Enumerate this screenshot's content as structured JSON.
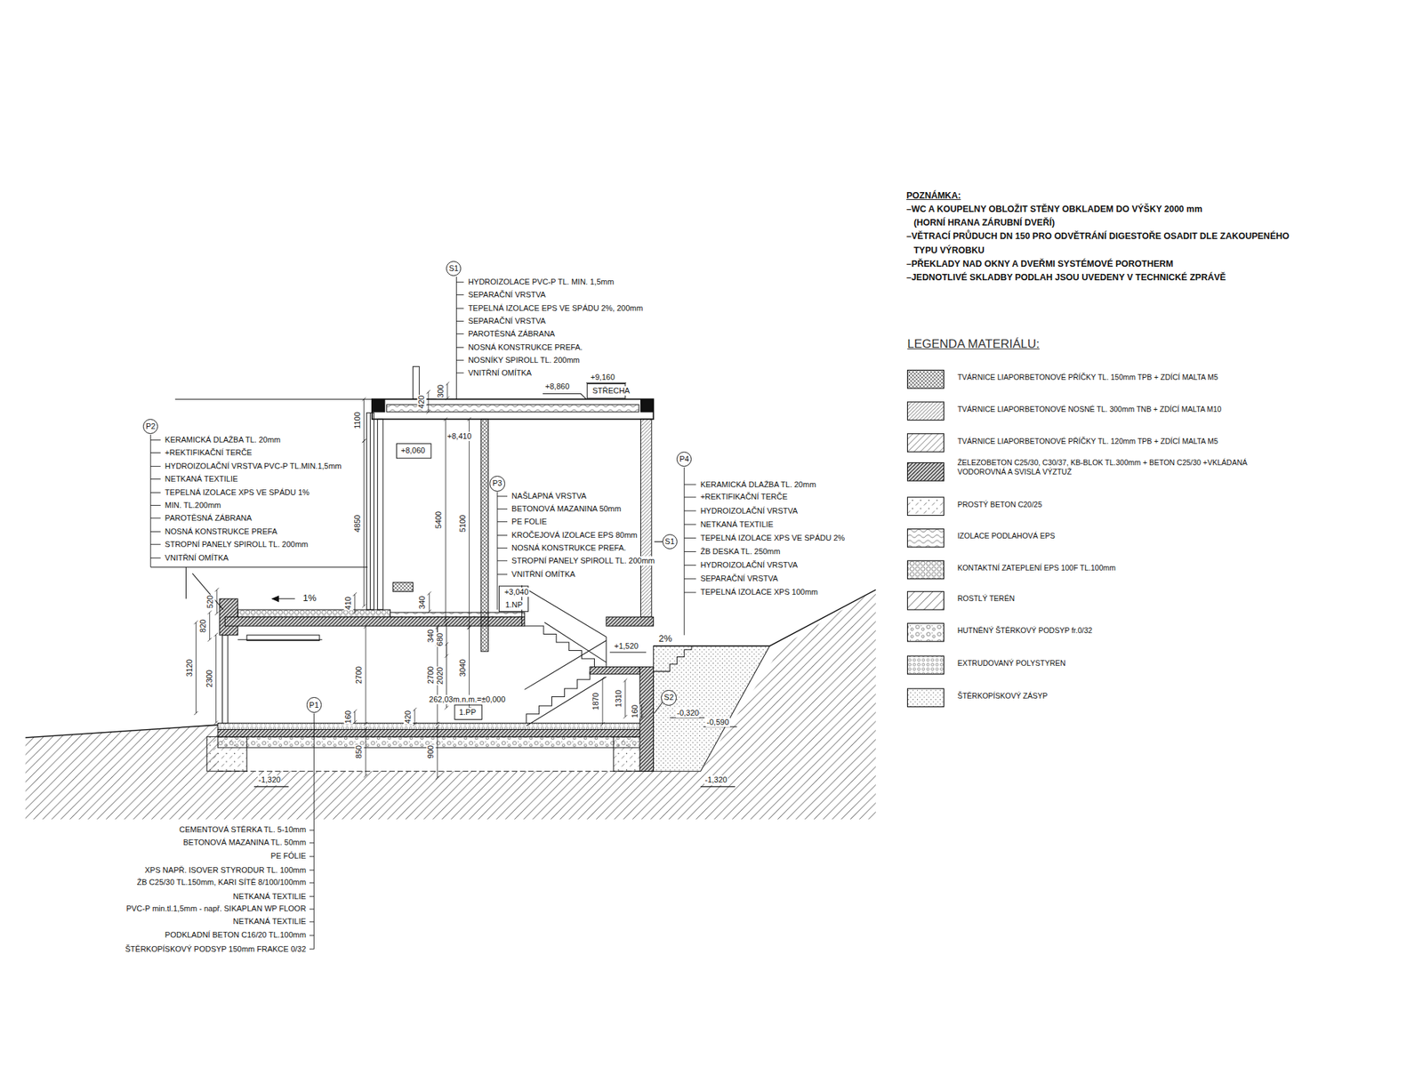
{
  "diagram": {
    "nodes": [
      {
        "text": [
          "S1"
        ]
      },
      {
        "text": [
          "P2"
        ]
      },
      {
        "text": [
          "P4"
        ]
      },
      {
        "text": [
          "P3"
        ]
      },
      {
        "text": [
          "S1"
        ]
      },
      {
        "text": [
          "S2"
        ]
      },
      {
        "text": [
          "P1"
        ]
      }
    ],
    "labels": [
      "POZNÁMKA:",
      "–WC A KOUPELNY OBLOŽIT STĚNY OBKLADEM DO VÝŠKY 2000 mm",
      "(HORNÍ HRANA ZÁRUBNÍ DVEŘÍ)",
      "–VĚTRACÍ PRŮDUCH DN 150 PRO ODVĚTRÁNÍ DIGESTOŘE OSADIT DLE ZAKOUPENÉHO",
      "TYPU VÝROBKU",
      "–PŘEKLADY NAD OKNY A DVEŘMI SYSTÉMOVÉ POROTHERM",
      "–JEDNOTLIVÉ SKLADBY PODLAH JSOU UVEDENY V TECHNICKÉ ZPRÁVĚ",
      "LEGENDA MATERIÁLU:",
      "HYDROIZOLACE PVC-P TL. MIN. 1,5mm",
      "SEPARAČNÍ VRSTVA",
      "TEPELNÁ IZOLACE EPS VE SPÁDU 2%, 200mm",
      "SEPARAČNÍ VRSTVA",
      "PAROTĚSNÁ ZÁBRANA",
      "NOSNÁ KONSTRUKCE PREFA.",
      "NOSNÍKY SPIROLL TL. 200mm",
      "VNITŘNÍ OMÍTKA",
      "KERAMICKÁ DLAŽBA TL. 20mm",
      "+REKTIFIKAČNÍ TERČE",
      "HYDROIZOLAČNÍ VRSTVA PVC-P TL.MIN.1,5mm",
      "NETKANÁ TEXTILIE",
      "TEPELNÁ IZOLACE XPS VE SPÁDU 1%",
      "MIN. TL.200mm",
      "PAROTĚSNÁ ZÁBRANA",
      "NOSNÁ KONSTRUKCE PREFA",
      "STROPNÍ PANELY SPIROLL TL. 200mm",
      "VNITŘNÍ OMÍTKA",
      "NAŠLAPNÁ VRSTVA",
      "BETONOVÁ MAZANINA 50mm",
      "PE FOLIE",
      "KROČEJOVÁ IZOLACE EPS 80mm",
      "NOSNÁ KONSTRUKCE PREFA.",
      "STROPNÍ PANELY SPIROLL TL. 200mm",
      "VNITŘNÍ OMÍTKA",
      "KERAMICKÁ DLAŽBA TL. 20mm",
      "+REKTIFIKAČNÍ TERČE",
      "HYDROIZOLAČNÍ VRSTVA",
      "NETKANÁ TEXTILIE",
      "TEPELNÁ IZOLACE XPS VE SPÁDU 2%",
      "ŽB DESKA TL. 250mm",
      "HYDROIZOLAČNÍ VRSTVA",
      "SEPARAČNÍ VRSTVA",
      "TEPELNÁ IZOLACE XPS 100mm",
      "CEMENTOVÁ STĚRKA TL. 5-10mm",
      "BETONOVÁ MAZANINA TL. 50mm",
      "PE FÓLIE",
      "XPS NAPŘ. ISOVER STYRODUR TL. 100mm",
      "ŽB C25/30 TL.150mm, KARI SÍTĚ 8/100/100mm",
      "NETKANÁ TEXTILIE",
      "PVC-P min.tl.1,5mm - např. SIKAPLAN WP FLOOR",
      "NETKANÁ TEXTILIE",
      "PODKLADNÍ BETON C16/20 TL.100mm",
      "ŠTĚRKOPÍSKOVÝ PODSYP 150mm FRAKCE 0/32",
      "+9,160",
      "STŘECHA",
      "+8,860",
      "+8,410",
      "+8,060",
      "+3,040",
      "1.NP",
      "+1,520",
      "262,03m.n.m.=±0,000",
      "1.PP",
      "-0,320",
      "-0,590",
      "-1,320",
      "-1,320",
      "1%",
      "2%",
      "1100",
      "420",
      "300",
      "4850",
      "5400",
      "5100",
      "520",
      "820",
      "3120",
      "2300",
      "2700",
      "2700",
      "2020",
      "3040",
      "340",
      "340",
      "680",
      "410",
      "1870",
      "1310",
      "160",
      "420",
      "850",
      "900",
      "160"
    ],
    "legend": [
      {
        "text": "TVÁRNICE LIAPORBETONOVÉ PŘÍČKY TL. 150mm TPB + ZDÍCÍ MALTA M5"
      },
      {
        "text": "TVÁRNICE LIAPORBETONOVÉ NOSNÉ TL. 300mm TNB + ZDÍCÍ MALTA M10"
      },
      {
        "text": "TVÁRNICE LIAPORBETONOVÉ PŘÍČKY TL. 120mm TPB + ZDÍCÍ MALTA M5"
      },
      {
        "text": "ŽELEZOBETON C25/30, C30/37, KB-BLOK TL.300mm + BETON C25/30 +VKLÁDANÁ VODOROVNÁ A SVISLÁ VÝZTUŽ"
      },
      {
        "text": "PROSTÝ BETON C20/25"
      },
      {
        "text": "IZOLACE PODLAHOVÁ EPS"
      },
      {
        "text": "KONTAKTNÍ ZATEPLENÍ EPS 100F TL.100mm"
      },
      {
        "text": "ROSTLÝ TERÉN"
      },
      {
        "text": "HUTNĚNÝ ŠTĚRKOVÝ PODSYP fr.0/32"
      },
      {
        "text": "EXTRUDOVANÝ POLYSTYREN"
      },
      {
        "text": "ŠTĚRKOPÍSKOVÝ ZÁSYP"
      }
    ]
  }
}
